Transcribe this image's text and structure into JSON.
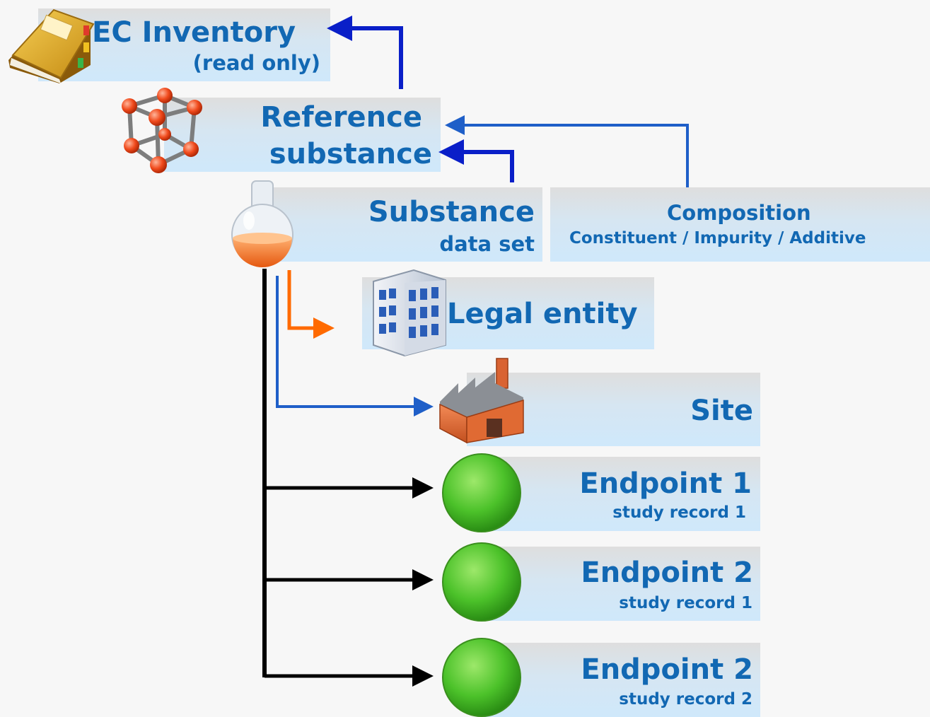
{
  "ec_inventory": {
    "title": "EC Inventory",
    "subtitle": "(read only)"
  },
  "reference_substance": {
    "line1": "Reference",
    "line2": "substance"
  },
  "substance": {
    "title": "Substance",
    "subtitle": "data set"
  },
  "composition": {
    "title": "Composition",
    "subtitle": "Constituent / Impurity / Additive"
  },
  "legal_entity": {
    "title": "Legal entity"
  },
  "site": {
    "title": "Site"
  },
  "endpoints": [
    {
      "title": "Endpoint 1",
      "subtitle": "study record 1"
    },
    {
      "title": "Endpoint 2",
      "subtitle": "study record 1"
    },
    {
      "title": "Endpoint 2",
      "subtitle": "study record 2"
    }
  ],
  "colors": {
    "text": "#1268b3",
    "arrow_dark_blue": "#0a1fc8",
    "arrow_blue": "#1f5fc8",
    "arrow_orange": "#ff6a00",
    "arrow_black": "#000000"
  }
}
